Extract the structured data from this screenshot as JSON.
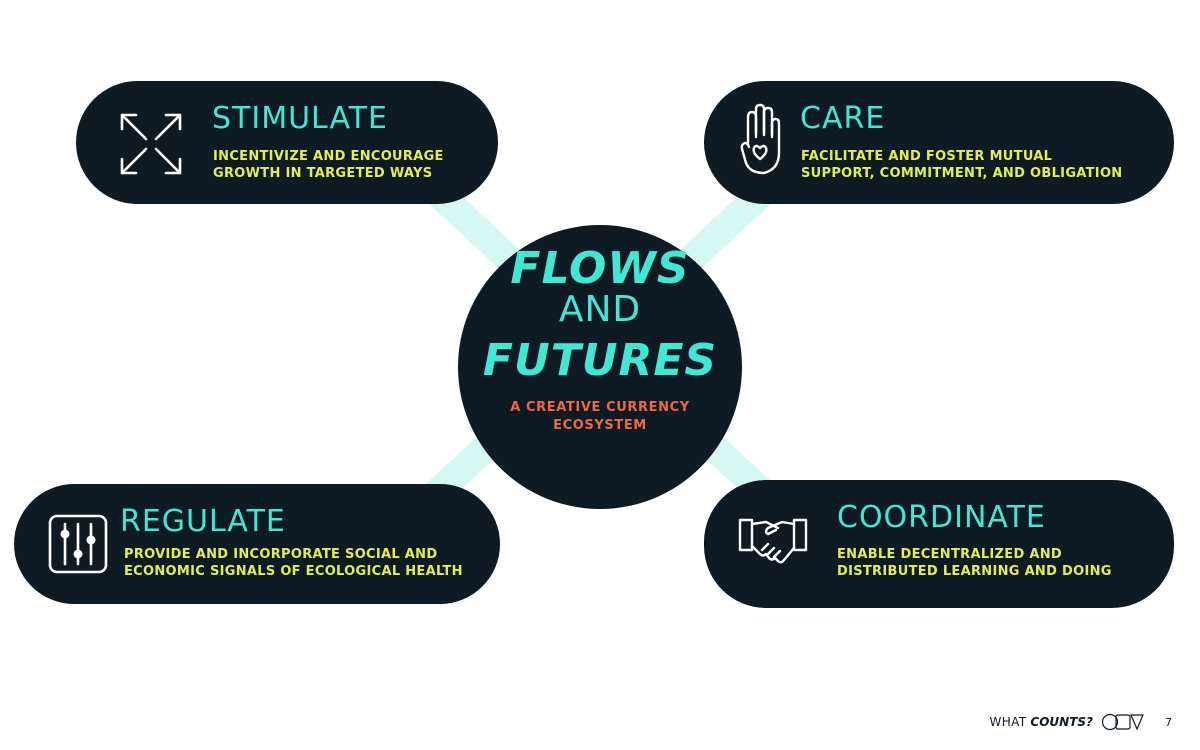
{
  "center": {
    "line1": "FLOWS",
    "line2": "AND",
    "line3": "FUTURES",
    "subtitle_line1": "A CREATIVE CURRENCY",
    "subtitle_line2": "ECOSYSTEM"
  },
  "nodes": {
    "stimulate": {
      "title": "STIMULATE",
      "desc_line1": "INCENTIVIZE AND ENCOURAGE",
      "desc_line2": "GROWTH IN TARGETED WAYS",
      "icon": "expand-arrows-icon"
    },
    "care": {
      "title": "CARE",
      "desc_line1": "FACILITATE AND FOSTER MUTUAL",
      "desc_line2": "SUPPORT, COMMITMENT, AND OBLIGATION",
      "icon": "hand-heart-icon"
    },
    "regulate": {
      "title": "REGULATE",
      "desc_line1": "PROVIDE AND INCORPORATE SOCIAL AND",
      "desc_line2": "ECONOMIC SIGNALS OF ECOLOGICAL HEALTH",
      "icon": "sliders-icon"
    },
    "coordinate": {
      "title": "COORDINATE",
      "desc_line1": "ENABLE DECENTRALIZED AND",
      "desc_line2": "DISTRIBUTED LEARNING AND DOING",
      "icon": "handshake-icon"
    }
  },
  "footer": {
    "what": "WHAT",
    "counts": "COUNTS?",
    "page_number": "7"
  },
  "colors": {
    "background": "#ffffff",
    "node_fill": "#0e1a24",
    "title_teal": "#3fe8d2",
    "desc_yellow": "#e4f04a",
    "subtitle_orange": "#f0683e",
    "connector": "#d6f8f3"
  }
}
